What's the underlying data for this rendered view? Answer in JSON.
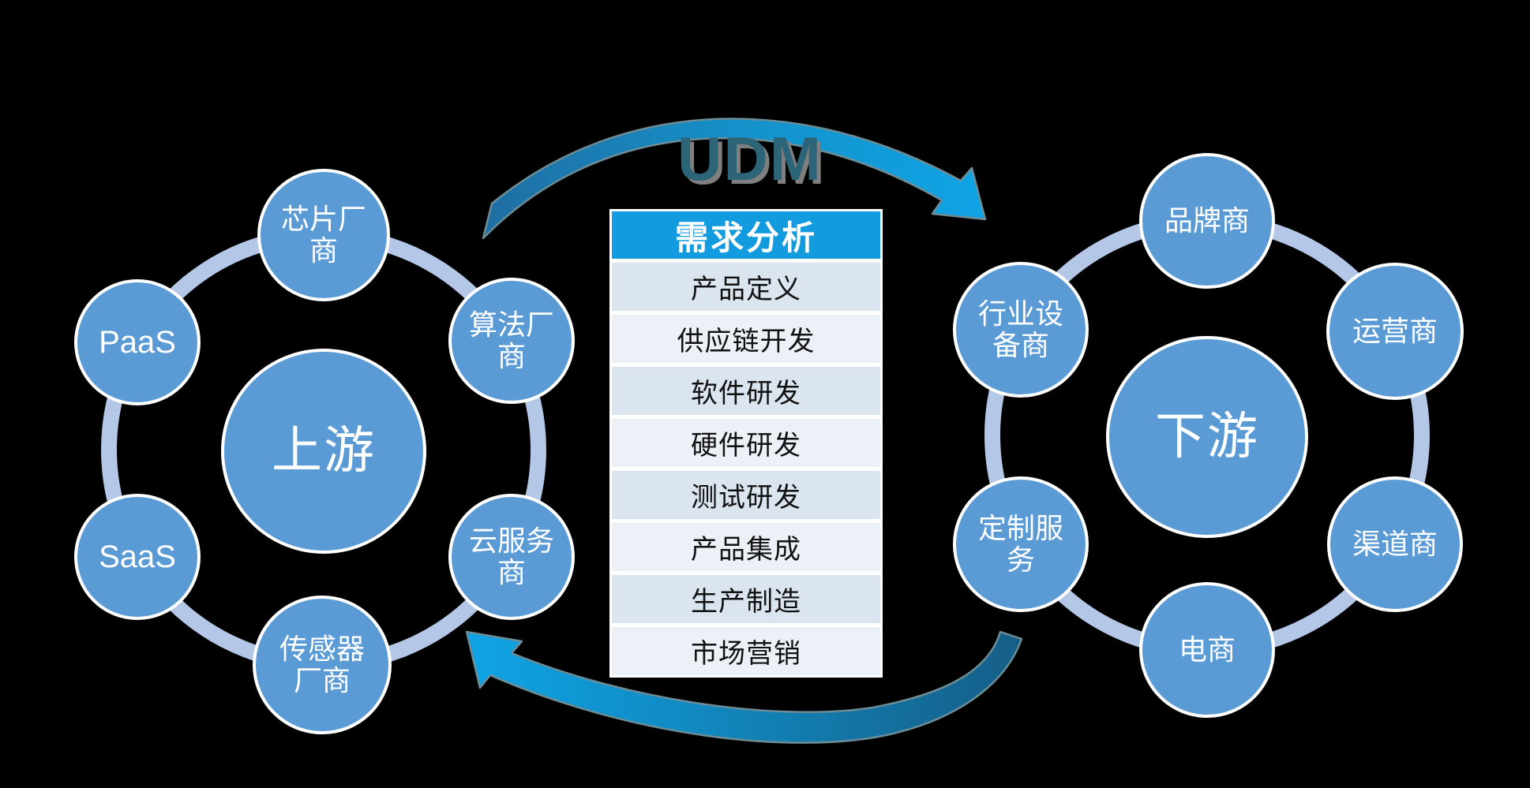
{
  "center": {
    "title": "UDM",
    "table": {
      "header": "需求分析",
      "rows": [
        "产品定义",
        "供应链开发",
        "软件研发",
        "硬件研发",
        "测试研发",
        "产品集成",
        "生产制造",
        "市场营销"
      ]
    }
  },
  "left_cluster": {
    "hub": {
      "label": "上游"
    },
    "satellites": [
      {
        "label": "芯片厂\n商"
      },
      {
        "label": "算法厂\n商"
      },
      {
        "label": "云服务\n商"
      },
      {
        "label": "传感器\n厂商"
      },
      {
        "label": "SaaS"
      },
      {
        "label": "PaaS"
      }
    ]
  },
  "right_cluster": {
    "hub": {
      "label": "下游"
    },
    "satellites": [
      {
        "label": "品牌商"
      },
      {
        "label": "运营商"
      },
      {
        "label": "渠道商"
      },
      {
        "label": "电商"
      },
      {
        "label": "定制服\n务"
      },
      {
        "label": "行业设\n备商"
      }
    ]
  },
  "colors": {
    "bg": "#000000",
    "node_fill": "#5B9BD5",
    "node_stroke": "#FFFFFF",
    "ring": "#B4C7E7",
    "header_bg": "#129BDE",
    "row_odd": "#DBE5F0",
    "row_even": "#ECF1F7",
    "row_text": "#111111",
    "udm_color": "#2B6577",
    "udm_shadow": "#7F7F7F",
    "arrow_dark": "#1F6EA3",
    "arrow_bright": "#0FA4E6"
  }
}
